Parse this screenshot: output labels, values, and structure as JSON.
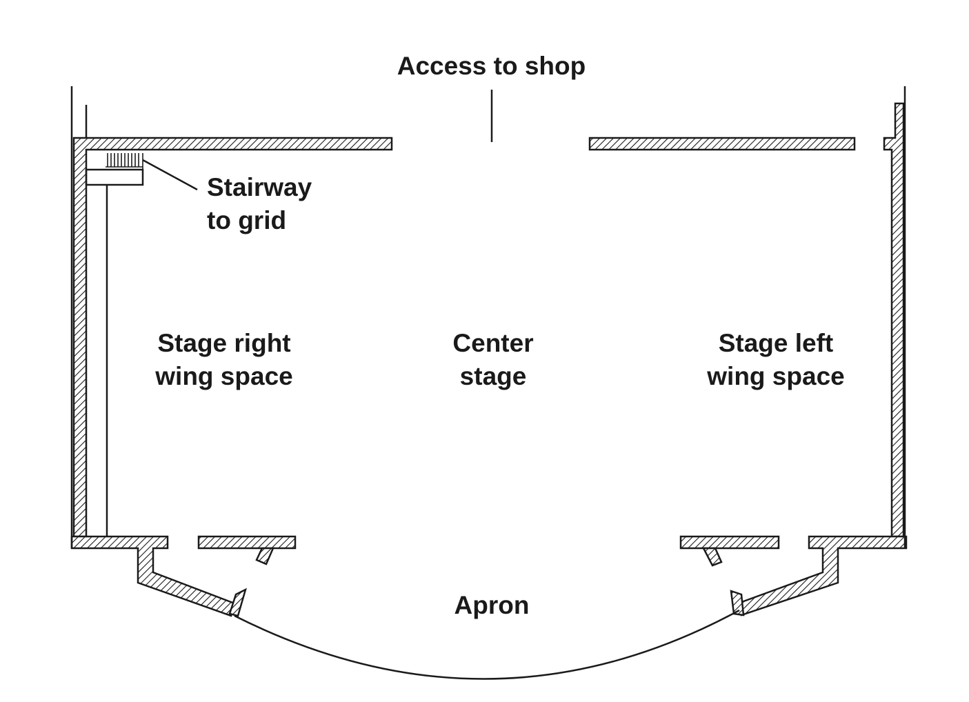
{
  "labels": {
    "access": "Access to shop",
    "stairway": [
      "Stairway",
      "to grid"
    ],
    "stage_right": [
      "Stage right",
      "wing space"
    ],
    "center": [
      "Center",
      "stage"
    ],
    "stage_left": [
      "Stage left",
      "wing space"
    ],
    "apron": "Apron"
  },
  "colors": {
    "ink": "#1a1a1a",
    "background": "#ffffff"
  }
}
